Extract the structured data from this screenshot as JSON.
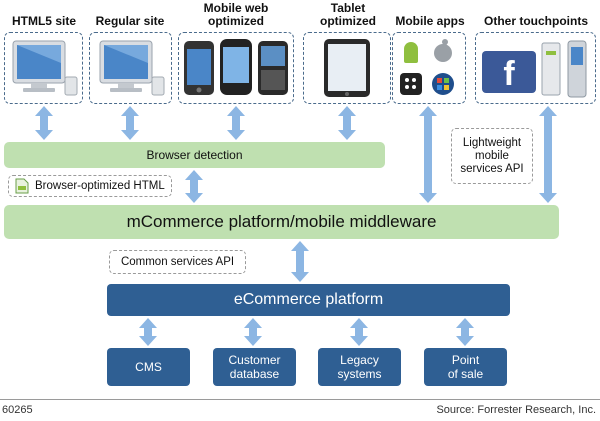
{
  "columns": [
    {
      "id": "html5",
      "label": "HTML5 site"
    },
    {
      "id": "regular",
      "label": "Regular site"
    },
    {
      "id": "mobile_web",
      "label": "Mobile web\noptimized"
    },
    {
      "id": "tablet",
      "label": "Tablet\noptimized"
    },
    {
      "id": "mobile_apps",
      "label": "Mobile apps"
    },
    {
      "id": "other",
      "label": "Other touchpoints"
    }
  ],
  "layers": {
    "browser_detection": "Browser detection",
    "browser_optimized_html": "Browser-optimized HTML",
    "mcommerce": "mCommerce platform/mobile middleware",
    "lightweight_api": "Lightweight\nmobile\nservices API",
    "common_services_api": "Common services API",
    "ecommerce": "eCommerce platform"
  },
  "backends": [
    {
      "id": "cms",
      "label": "CMS"
    },
    {
      "id": "customer_db",
      "label": "Customer\ndatabase"
    },
    {
      "id": "legacy",
      "label": "Legacy\nsystems"
    },
    {
      "id": "pos",
      "label": "Point\nof sale"
    }
  ],
  "footer": {
    "figure_id": "60265",
    "source": "Source: Forrester Research, Inc."
  },
  "colors": {
    "arrow": "#8cb6e3",
    "green_bar": "#bfe0b0",
    "blue_box": "#2f5f93",
    "dash_border": "#4a6b8c"
  },
  "icons": {
    "html5": "desktop-computer-icon",
    "regular": "desktop-computer-icon",
    "mobile_web": "smartphones-icon",
    "tablet": "tablet-icon",
    "mobile_apps": "app-platform-logos-icon",
    "other": "touchpoint-devices-icon"
  }
}
